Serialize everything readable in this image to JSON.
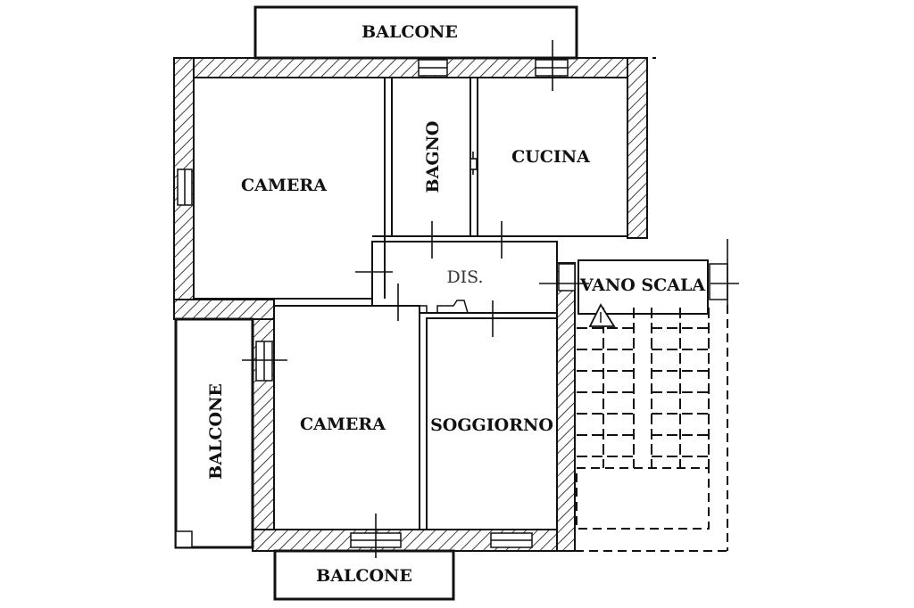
{
  "plan": {
    "labels": {
      "balcone_top": "BALCONE",
      "camera_nw": "CAMERA",
      "bagno": "BAGNO",
      "cucina": "CUCINA",
      "dis": "DIS.",
      "vano_scala": "VANO SCALA",
      "balcone_left": "BALCONE",
      "camera_sw": "CAMERA",
      "soggiorno": "SOGGIORNO",
      "balcone_bottom": "BALCONE"
    },
    "colors": {
      "ink": "#111111",
      "paper": "#ffffff"
    }
  }
}
